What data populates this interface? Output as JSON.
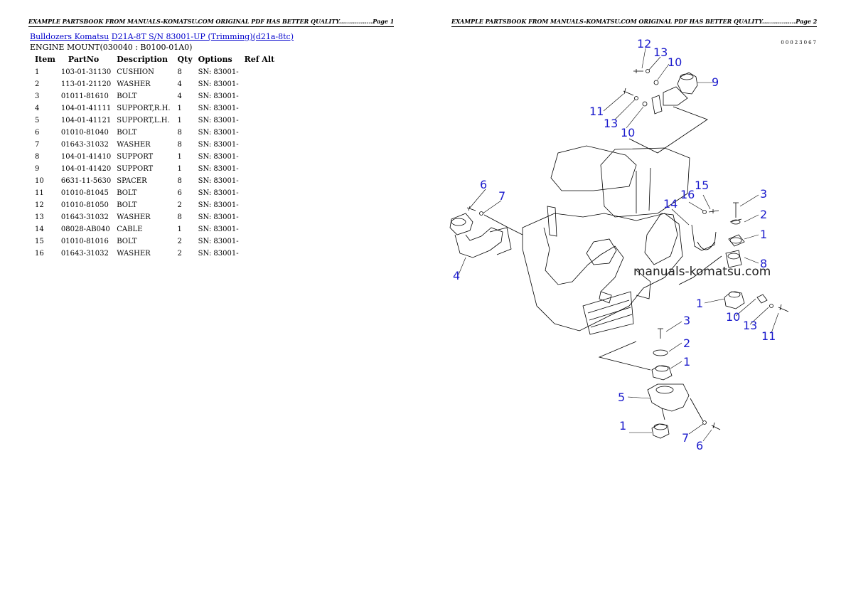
{
  "pages": [
    {
      "header": "EXAMPLE PARTSBOOK FROM MANUALS-KOMATSU.COM ORIGINAL PDF HAS BETTER QUALITY.................Page 1"
    },
    {
      "header": "EXAMPLE PARTSBOOK FROM MANUALS-KOMATSU.COM ORIGINAL PDF HAS BETTER QUALITY.................Page 2"
    }
  ],
  "breadcrumb": {
    "link1": "Bulldozers Komatsu",
    "link2": "D21A-8T S/N  83001-UP (Trimming)(d21a-8tc)"
  },
  "section_title": "ENGINE MOUNT(030040 : B0100-01A0)",
  "table": {
    "headers": [
      "Item",
      "PartNo",
      "Description",
      "Qty",
      "Options",
      "Ref Alt"
    ],
    "rows": [
      [
        "1",
        "103-01-31130",
        "CUSHION",
        "8",
        "SN: 83001-",
        ""
      ],
      [
        "2",
        "113-01-21120",
        "WASHER",
        "4",
        "SN: 83001-",
        ""
      ],
      [
        "3",
        "01011-81610",
        "BOLT",
        "4",
        "SN: 83001-",
        ""
      ],
      [
        "4",
        "104-01-41111",
        "SUPPORT,R.H.",
        "1",
        "SN: 83001-",
        ""
      ],
      [
        "5",
        "104-01-41121",
        "SUPPORT,L.H.",
        "1",
        "SN: 83001-",
        ""
      ],
      [
        "6",
        "01010-81040",
        "BOLT",
        "8",
        "SN: 83001-",
        ""
      ],
      [
        "7",
        "01643-31032",
        "WASHER",
        "8",
        "SN: 83001-",
        ""
      ],
      [
        "8",
        "104-01-41410",
        "SUPPORT",
        "1",
        "SN: 83001-",
        ""
      ],
      [
        "9",
        "104-01-41420",
        "SUPPORT",
        "1",
        "SN: 83001-",
        ""
      ],
      [
        "10",
        "6631-11-5630",
        "SPACER",
        "8",
        "SN: 83001-",
        ""
      ],
      [
        "11",
        "01010-81045",
        "BOLT",
        "6",
        "SN: 83001-",
        ""
      ],
      [
        "12",
        "01010-81050",
        "BOLT",
        "2",
        "SN: 83001-",
        ""
      ],
      [
        "13",
        "01643-31032",
        "WASHER",
        "8",
        "SN: 83001-",
        ""
      ],
      [
        "14",
        "08028-AB040",
        "CABLE",
        "1",
        "SN: 83001-",
        ""
      ],
      [
        "15",
        "01010-81016",
        "BOLT",
        "2",
        "SN: 83001-",
        ""
      ],
      [
        "16",
        "01643-31032",
        "WASHER",
        "2",
        "SN: 83001-",
        ""
      ]
    ]
  },
  "diagram": {
    "code": "00023067",
    "watermark": "manuals-komatsu.com",
    "callouts": [
      "12",
      "13",
      "10",
      "9",
      "11",
      "13",
      "10",
      "6",
      "7",
      "4",
      "16",
      "15",
      "14",
      "3",
      "2",
      "1",
      "8",
      "1",
      "10",
      "13",
      "11",
      "3",
      "2",
      "1",
      "5",
      "1",
      "7",
      "6"
    ],
    "line_color": "#000000",
    "callout_color": "#1a1acc"
  }
}
